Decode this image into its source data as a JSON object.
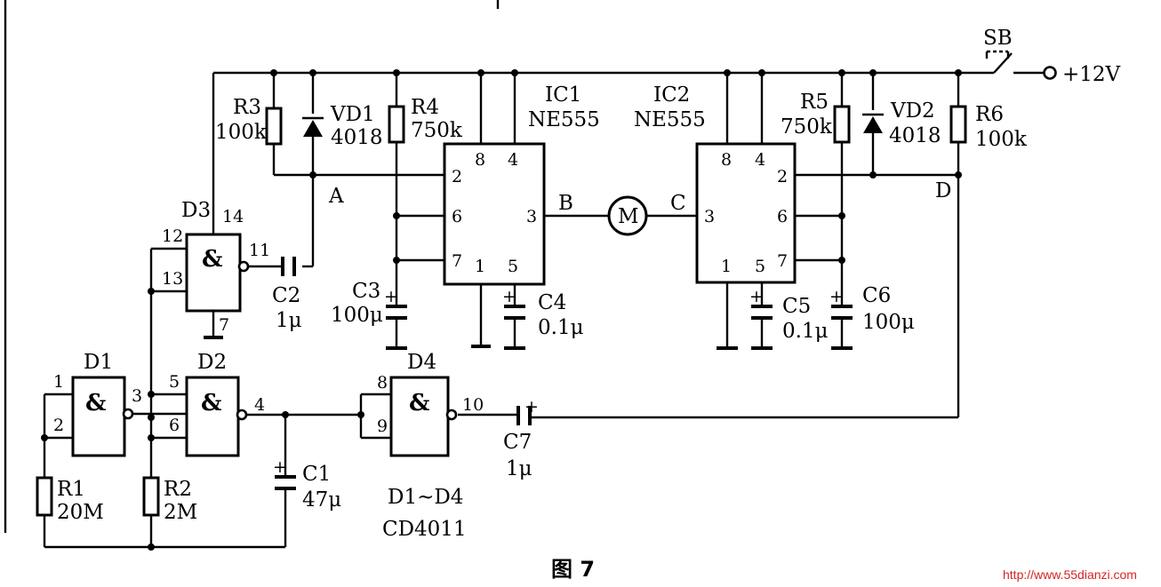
{
  "figure_caption": "图 7",
  "watermark": "http://www.55dianzi.com",
  "supply": {
    "switch_label": "SB",
    "voltage": "+12V"
  },
  "nodes": {
    "a": "A",
    "b": "B",
    "c": "C",
    "d": "D"
  },
  "ic1": {
    "name": "IC1",
    "part": "NE555",
    "pins": {
      "p2": "2",
      "p3": "3",
      "p4": "4",
      "p5": "5",
      "p6": "6",
      "p7": "7",
      "p8": "8",
      "p1": "1"
    }
  },
  "ic2": {
    "name": "IC2",
    "part": "NE555",
    "pins": {
      "p2": "2",
      "p3": "3",
      "p4": "4",
      "p5": "5",
      "p6": "6",
      "p7": "7",
      "p8": "8",
      "p1": "1"
    }
  },
  "motor": {
    "symbol": "M"
  },
  "gates": {
    "symbol": "&",
    "d1": {
      "name": "D1",
      "in1": "1",
      "in2": "2",
      "out": "3"
    },
    "d2": {
      "name": "D2",
      "in1": "5",
      "in2": "6",
      "out": "4"
    },
    "d3": {
      "name": "D3",
      "in1": "12",
      "in2": "13",
      "out": "11",
      "vdd": "14",
      "vss": "7"
    },
    "d4": {
      "name": "D4",
      "in1": "8",
      "in2": "9",
      "out": "10"
    },
    "group_name": "D1~D4",
    "group_part": "CD4011"
  },
  "components": {
    "r1": {
      "name": "R1",
      "value": "20M"
    },
    "r2": {
      "name": "R2",
      "value": "2M"
    },
    "r3": {
      "name": "R3",
      "value": "100k"
    },
    "r4": {
      "name": "R4",
      "value": "750k"
    },
    "r5": {
      "name": "R5",
      "value": "750k"
    },
    "r6": {
      "name": "R6",
      "value": "100k"
    },
    "vd1": {
      "name": "VD1",
      "value": "4018"
    },
    "vd2": {
      "name": "VD2",
      "value": "4018"
    },
    "c1": {
      "name": "C1",
      "value": "47μ"
    },
    "c2": {
      "name": "C2",
      "value": "1μ"
    },
    "c3": {
      "name": "C3",
      "value": "100μ"
    },
    "c4": {
      "name": "C4",
      "value": "0.1μ"
    },
    "c5": {
      "name": "C5",
      "value": "0.1μ"
    },
    "c6": {
      "name": "C6",
      "value": "100μ"
    },
    "c7": {
      "name": "C7",
      "value": "1μ"
    },
    "plus": "+"
  }
}
